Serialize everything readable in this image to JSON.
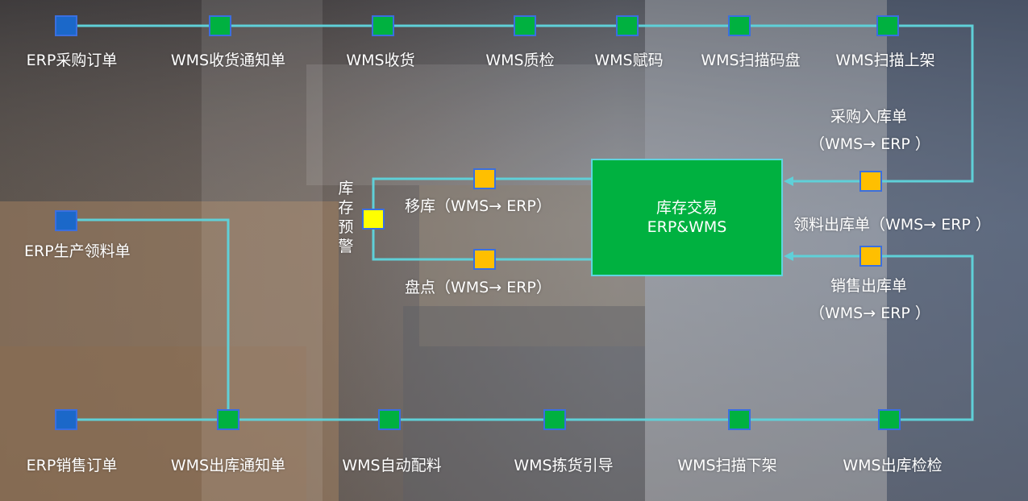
{
  "top_row": [
    {
      "label": "ERP采购订单",
      "color": "blue"
    },
    {
      "label": "WMS收货通知单",
      "color": "green"
    },
    {
      "label": "WMS收货",
      "color": "green"
    },
    {
      "label": "WMS质检",
      "color": "green"
    },
    {
      "label": "WMS赋码",
      "color": "green"
    },
    {
      "label": "WMS扫描码盘",
      "color": "green"
    },
    {
      "label": "WMS扫描上架",
      "color": "green"
    }
  ],
  "bottom_row": [
    {
      "label": "ERP销售订单",
      "color": "blue"
    },
    {
      "label": "WMS出库通知单",
      "color": "green"
    },
    {
      "label": "WMS自动配料",
      "color": "green"
    },
    {
      "label": "WMS拣货引导",
      "color": "green"
    },
    {
      "label": "WMS扫描下架",
      "color": "green"
    },
    {
      "label": "WMS出库检检",
      "color": "green"
    }
  ],
  "production": {
    "label": "ERP生产领料单"
  },
  "center": {
    "line1": "库存交易",
    "line2": "ERP&WMS"
  },
  "alert": {
    "chars": [
      "库",
      "存",
      "预",
      "警"
    ]
  },
  "left_flows": {
    "transfer": "移库（WMS→ ERP）",
    "inventory": "盘点（WMS→ ERP）"
  },
  "right_flows": {
    "purchase_in_line1": "采购入库单",
    "purchase_in_line2": "（WMS→ ERP ）",
    "material_out": "领料出库单（WMS→ ERP ）",
    "sales_out_line1": "销售出库单",
    "sales_out_line2": "（WMS→ ERP ）"
  },
  "colors": {
    "line": "#5fd0d8",
    "blue_node": "#1b68c9",
    "green_node": "#00b140",
    "orange_node": "#ffbf00",
    "yellow_node": "#ffff00"
  }
}
